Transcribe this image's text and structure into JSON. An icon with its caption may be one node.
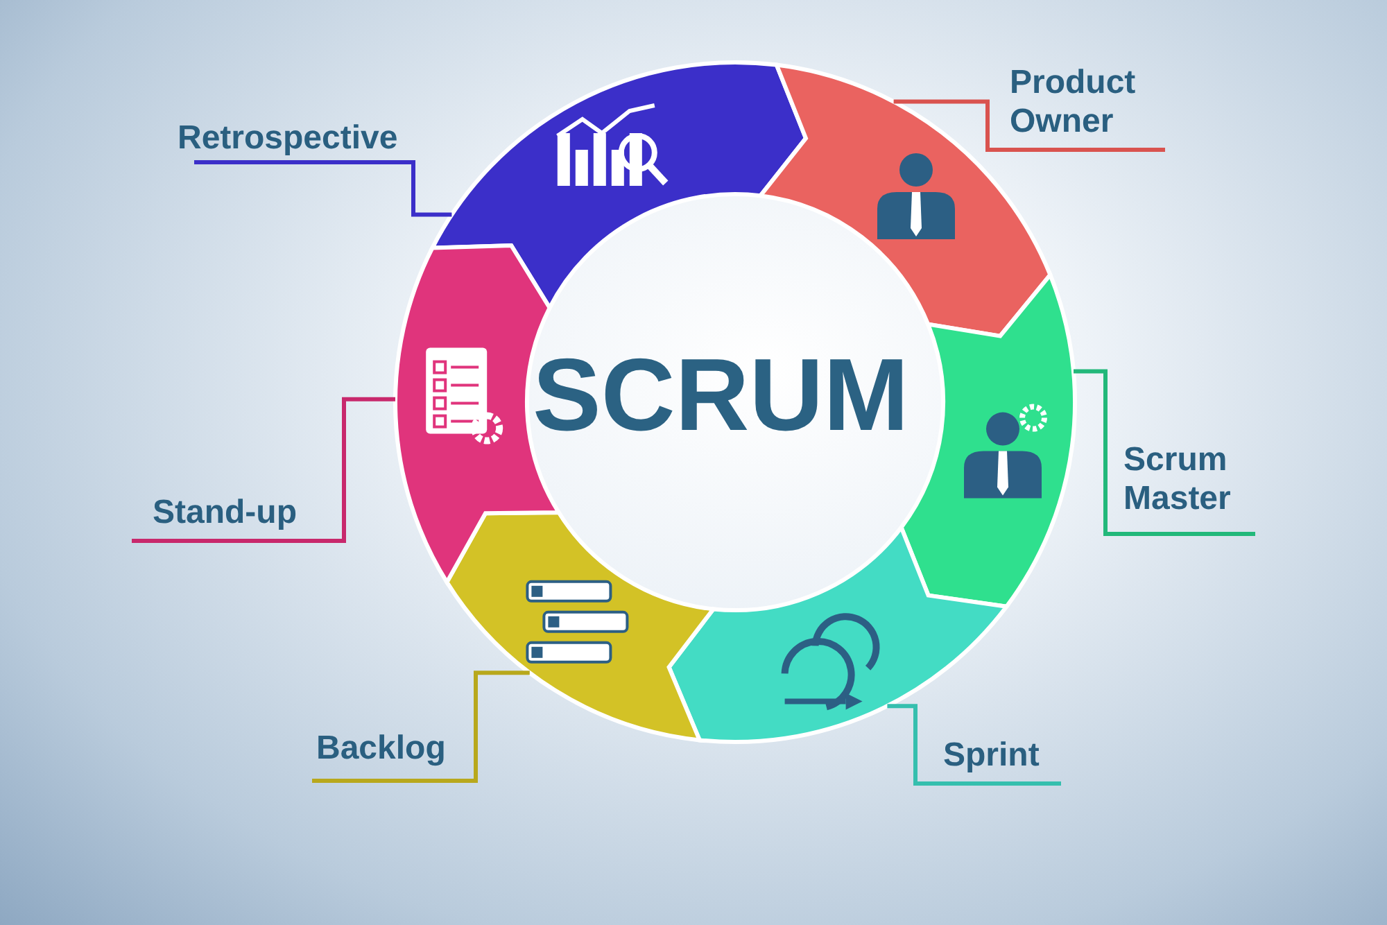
{
  "diagram": {
    "nodes": [
      {
        "text": [
          "Product Owner"
        ]
      },
      {
        "text": [
          "Retrospective"
        ]
      },
      {
        "text": [
          "SCRUM"
        ]
      },
      {
        "text": [
          "Scrum Master"
        ]
      },
      {
        "text": [
          "Stand-up"
        ]
      },
      {
        "text": [
          "Backlog"
        ]
      },
      {
        "text": [
          "Sprint"
        ]
      },
      {
        "text": [],
        "shape": "arrow"
      },
      {
        "text": [],
        "shape": "arrow"
      },
      {
        "text": [],
        "shape": "arrow"
      },
      {
        "text": [],
        "shape": "arrow"
      },
      {
        "text": [],
        "shape": "arrow"
      },
      {
        "text": [],
        "shape": "arrow"
      }
    ],
    "edges": [
      {
        "from": 1,
        "to": 7,
        "arrow": "none",
        "color": "#3b2fc9"
      },
      {
        "from": 0,
        "to": 8,
        "arrow": "none",
        "color": "#d9534f"
      },
      {
        "from": 3,
        "to": 9,
        "arrow": "none",
        "color": "#22b87a"
      },
      {
        "from": 6,
        "to": 10,
        "arrow": "none",
        "color": "#35bfae"
      },
      {
        "from": 5,
        "to": 11,
        "arrow": "none",
        "color": "#b8a81c"
      },
      {
        "from": 4,
        "to": 12,
        "arrow": "none",
        "color": "#c8286c"
      }
    ]
  }
}
